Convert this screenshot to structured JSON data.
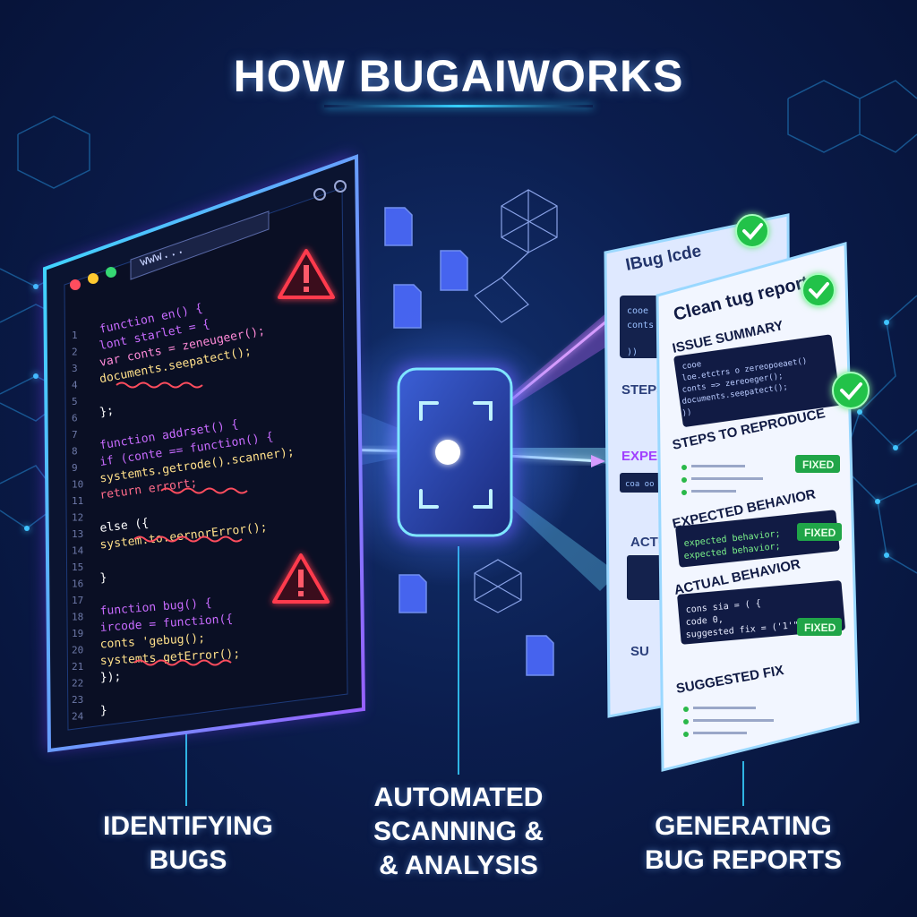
{
  "title": "HOW BUGAIWORKS",
  "editor": {
    "url": "www...",
    "line_numbers": [
      "1",
      "2",
      "3",
      "4",
      "5",
      "6",
      "7",
      "8",
      "9",
      "10",
      "11",
      "12",
      "13",
      "14",
      "15",
      "16",
      "17",
      "18",
      "19",
      "20",
      "21",
      "22",
      "23",
      "24"
    ],
    "code": [
      "function en() {",
      "  lont starlet = {",
      "    var conts = zeneugeer();",
      "    documents.seepatect();",
      "",
      "};",
      "function addrset() {",
      "  if (conte == function() {",
      "    systemts.getrode().scanner);",
      "    return errort;",
      "  else ({",
      "    system.to.eernorError();",
      "}",
      "function bug() {",
      "  ircode = function({",
      "    conts 'gebug();",
      "    systemts.getError();",
      "  });",
      "}"
    ]
  },
  "back_report": {
    "title": "IBug lcde",
    "code": [
      "cooe",
      "conts",
      "   ))"
    ],
    "labels": [
      "STEPS",
      "EXPECT",
      "ACTU",
      "SU"
    ],
    "code2": "coa oo"
  },
  "front_report": {
    "title": "Clean tug report",
    "issue_summary": "ISSUE SUMMARY",
    "issue_code": [
      "cooe",
      "  loe.etctrs o zereopoeaet()",
      "  conts => zereoeger();",
      "  documents.seepatect();",
      "))"
    ],
    "steps": "STEPS TO REPRODUCE",
    "expected": "EXPECTED BEHAVIOR",
    "expected_code": [
      "expected behavior;",
      "expected behavior;"
    ],
    "actual": "ACTUAL BEHAVIOR",
    "actual_code": [
      "cons sia = ( {",
      "  code  0,",
      "  suggested fix = ('1'\");"
    ],
    "suggested": "SUGGESTED FIX",
    "fixed_badge": "FIXED"
  },
  "captions": {
    "left": [
      "IDENTIFYING",
      "BUGS"
    ],
    "middle": [
      "AUTOMATED",
      "SCANNING &",
      "& ANALYSIS"
    ],
    "right": [
      "GENERATING",
      "BUG REPORTS"
    ]
  },
  "colors": {
    "accent_cyan": "#36d0ff",
    "warning_red": "#ff3b4e",
    "check_green": "#22c24a",
    "purple_glow": "#b157ff"
  }
}
